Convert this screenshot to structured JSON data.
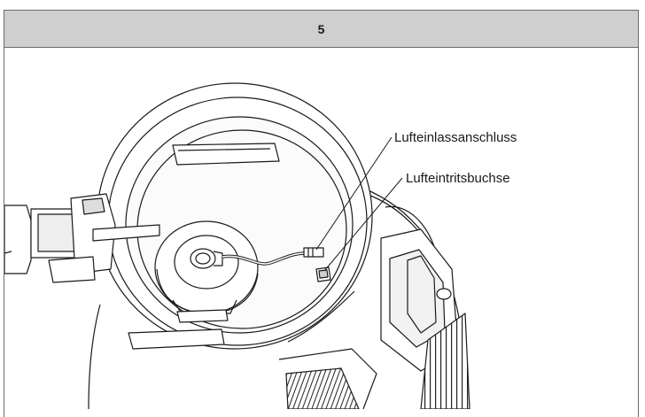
{
  "step": {
    "number": "5"
  },
  "figure": {
    "callouts": [
      {
        "label": "Lufteinlassanschluss"
      },
      {
        "label": "Lufteintritsbuchse"
      }
    ]
  }
}
